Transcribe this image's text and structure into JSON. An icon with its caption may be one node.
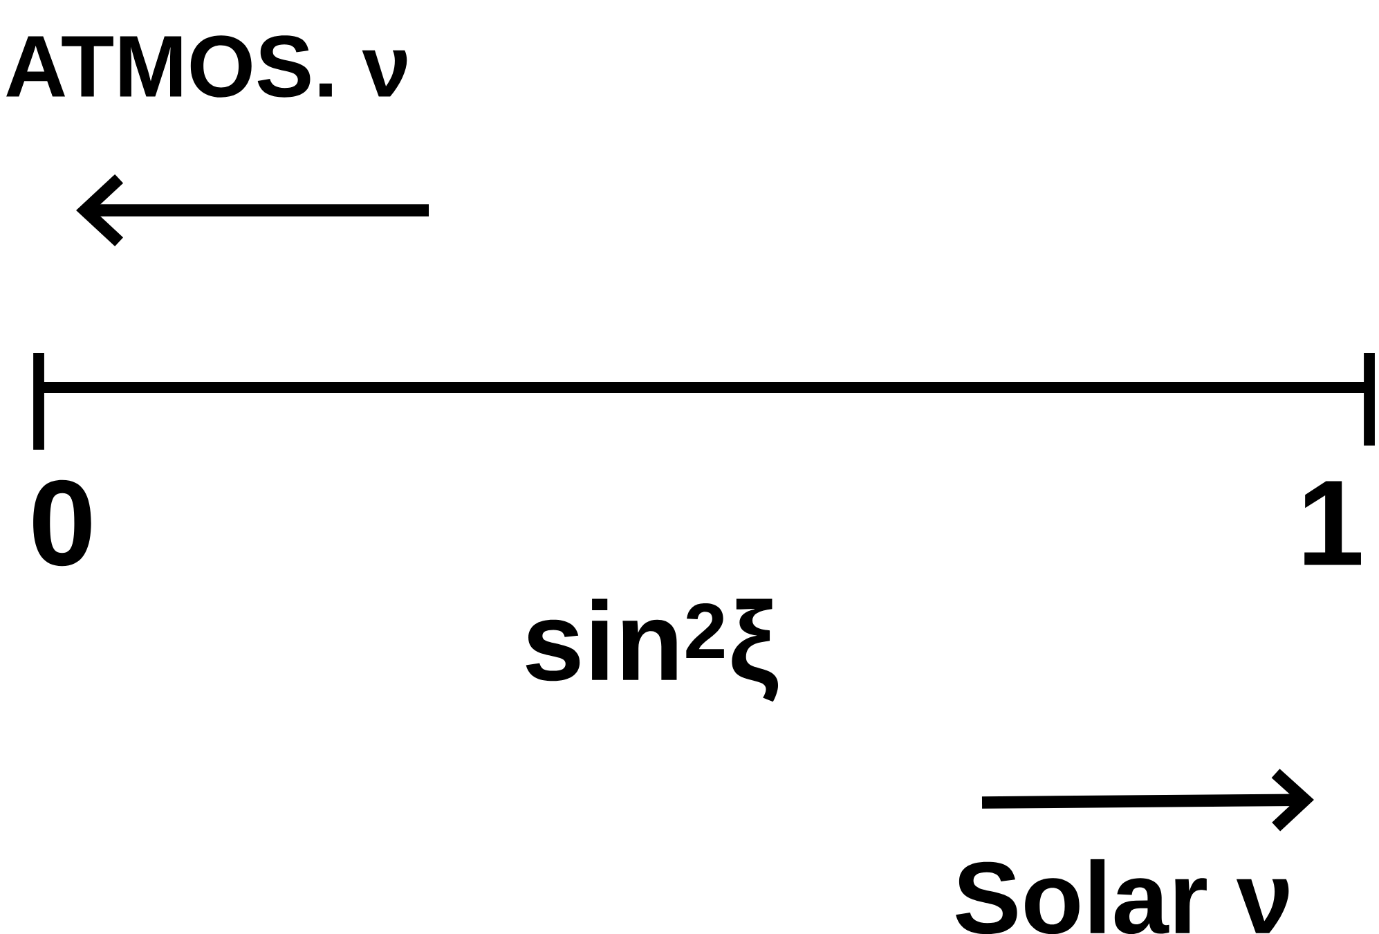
{
  "diagram": {
    "labels": [
      "ATMOS. ν",
      "0",
      "1",
      "sin$^{2}$ξ",
      "Solar ν"
    ]
  }
}
